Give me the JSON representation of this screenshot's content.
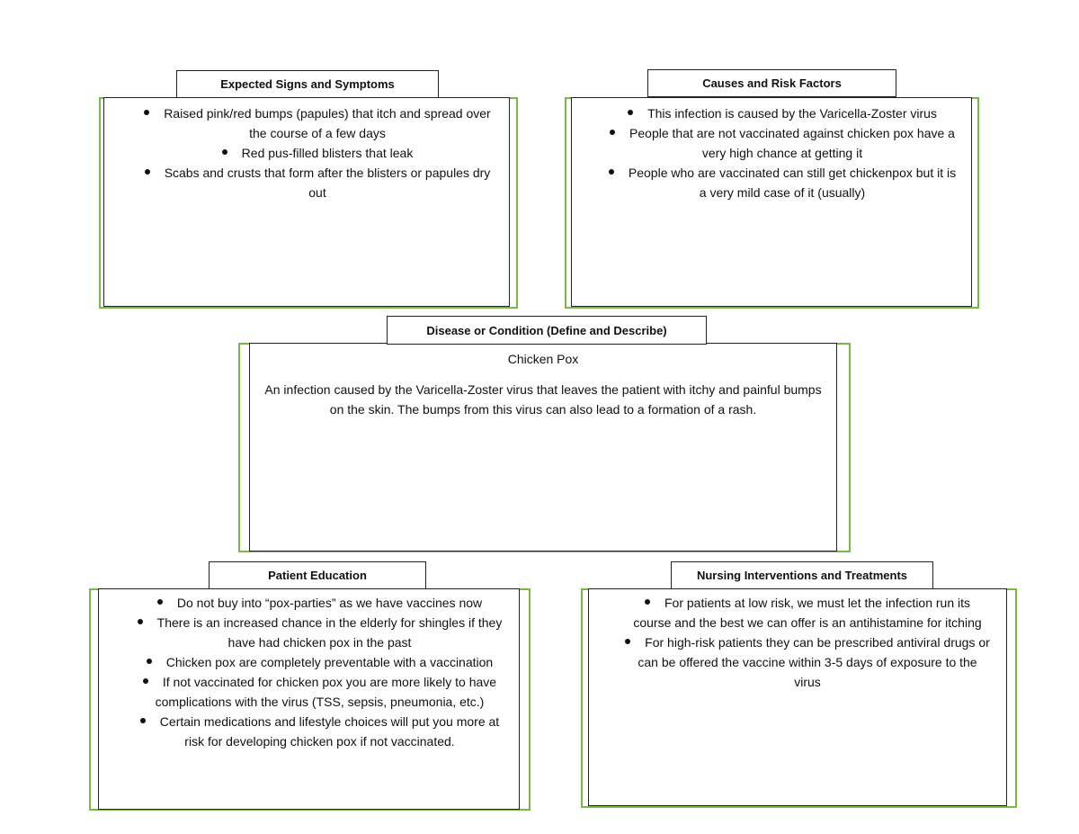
{
  "signs": {
    "title": "Expected Signs and Symptoms",
    "items": [
      "Raised pink/red bumps (papules) that itch and spread over the course of a few days",
      "Red pus-filled blisters that leak",
      "Scabs and crusts that form after the blisters or papules dry out"
    ]
  },
  "causes": {
    "title": "Causes and Risk Factors",
    "items": [
      "This infection is caused by the Varicella-Zoster virus",
      "People that are not vaccinated against chicken pox have a very high chance at getting it",
      "People who are vaccinated can still get chickenpox but it is a very mild case of it (usually)"
    ]
  },
  "disease": {
    "title": "Disease or Condition (Define and Describe)",
    "name": "Chicken Pox",
    "description": "An infection caused by the Varicella-Zoster virus that leaves the patient with itchy and painful bumps on the skin. The bumps from this virus can also lead to a formation of a rash."
  },
  "education": {
    "title": "Patient Education",
    "items": [
      "Do not buy into “pox-parties” as we have vaccines now",
      "There is an increased chance in the elderly for shingles if they have had chicken pox in the past",
      "Chicken pox are completely preventable with a vaccination",
      "If not vaccinated for chicken pox you are more likely to have complications with the virus (TSS, sepsis, pneumonia, etc.)",
      "Certain medications and lifestyle choices will put you more at risk for developing chicken pox if not vaccinated."
    ]
  },
  "nursing": {
    "title": "Nursing Interventions and Treatments",
    "items": [
      "For patients at low risk, we must let the infection run its course and the best we can offer is an antihistamine for itching",
      "For high-risk patients they can be prescribed antiviral drugs or can be offered the vaccine within 3-5 days of exposure to the virus"
    ]
  }
}
